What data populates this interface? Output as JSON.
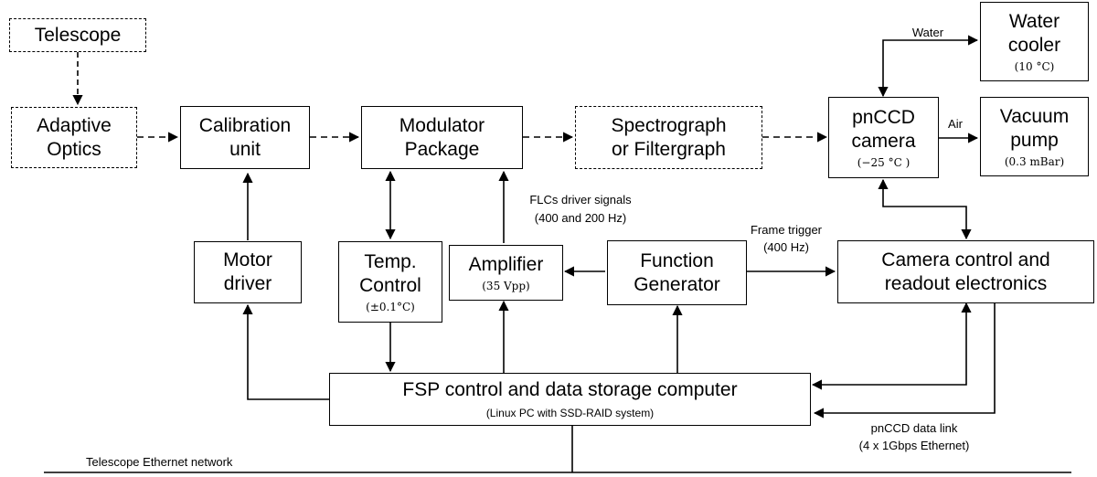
{
  "boxes": {
    "telescope": {
      "lines": [
        "Telescope"
      ]
    },
    "adaptive_optics": {
      "lines": [
        "Adaptive",
        "Optics"
      ]
    },
    "calibration_unit": {
      "lines": [
        "Calibration",
        "unit"
      ]
    },
    "modulator_package": {
      "lines": [
        "Modulator",
        "Package"
      ]
    },
    "spectrograph": {
      "lines": [
        "Spectrograph",
        "or Filtergraph"
      ]
    },
    "pnccd_camera": {
      "lines": [
        "pnCCD",
        "camera"
      ],
      "note": "(−25 °C )"
    },
    "water_cooler": {
      "lines": [
        "Water",
        "cooler"
      ],
      "note": "(10 °C)"
    },
    "vacuum_pump": {
      "lines": [
        "Vacuum",
        "pump"
      ],
      "note": "(0.3 mBar)"
    },
    "motor_driver": {
      "lines": [
        "Motor",
        "driver"
      ]
    },
    "temp_control": {
      "lines": [
        "Temp.",
        "Control"
      ],
      "note": "(±0.1°C)"
    },
    "amplifier": {
      "lines": [
        "Amplifier"
      ],
      "note": "(35 Vpp)"
    },
    "function_generator": {
      "lines": [
        "Function",
        "Generator"
      ]
    },
    "camera_control": {
      "lines": [
        "Camera control and",
        "readout electronics"
      ]
    },
    "fsp_computer": {
      "lines": [
        "FSP control and data storage computer"
      ],
      "note": "(Linux PC with SSD-RAID system)"
    }
  },
  "labels": {
    "water": "Water",
    "air": "Air",
    "flcs_line1": "FLCs driver signals",
    "flcs_line2": "(400  and 200 Hz)",
    "frame_line1": "Frame trigger",
    "frame_line2": "(400 Hz)",
    "datalink_line1": "pnCCD data link",
    "datalink_line2": "(4 x 1Gbps Ethernet)",
    "network": "Telescope Ethernet network"
  }
}
